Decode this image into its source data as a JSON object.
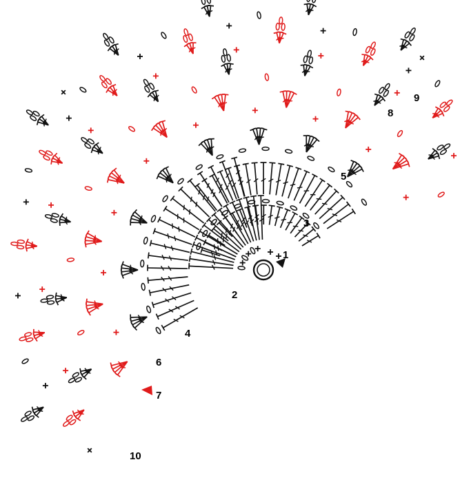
{
  "diagram": {
    "row_labels": [
      "1",
      "2",
      "3",
      "4",
      "5",
      "6",
      "7",
      "8",
      "9",
      "10"
    ],
    "colors": {
      "black": "#111111",
      "red": "#e01b1b"
    },
    "symbols": {
      "chain": "oval",
      "single_crochet": "+",
      "slip_stitch": "x",
      "magic_ring": "double-circle",
      "start_marker": "black-triangle",
      "end_marker": "red-triangle"
    },
    "red_rows": [
      "7",
      "9"
    ],
    "stitches_per_row": {
      "2": 16,
      "3": 19,
      "5": 21
    }
  }
}
